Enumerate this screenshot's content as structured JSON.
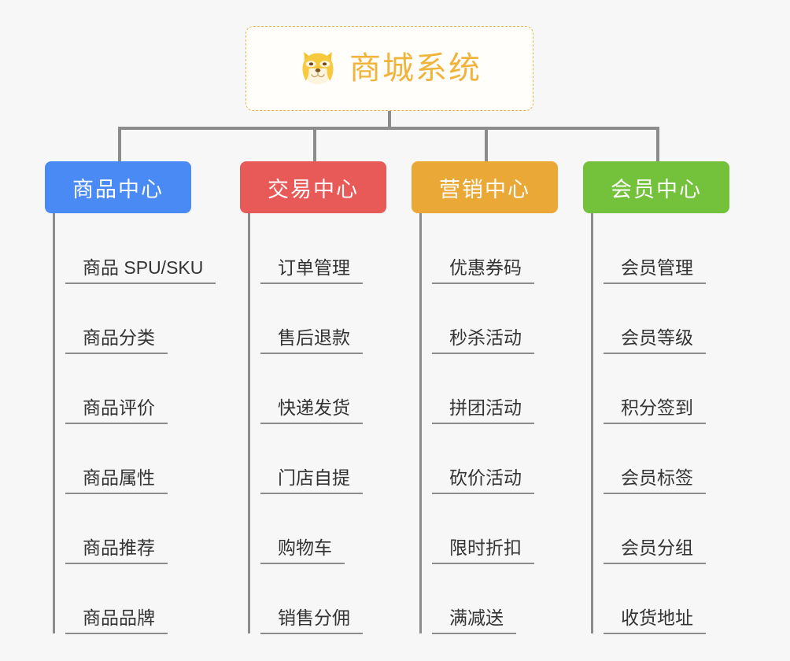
{
  "diagram": {
    "type": "org-chart",
    "background_color": "#f7f7f7",
    "root": {
      "title": "商城系统",
      "icon": "shiba-dog-face-icon",
      "accent_color": "#f0b43c",
      "border_color": "#e8b44a",
      "background_color": "#fffefb"
    },
    "branches": [
      {
        "label": "商品中心",
        "color": "#4a8af4",
        "items": [
          {
            "label": "商品 SPU/SKU"
          },
          {
            "label": "商品分类"
          },
          {
            "label": "商品评价"
          },
          {
            "label": "商品属性"
          },
          {
            "label": "商品推荐"
          },
          {
            "label": "商品品牌"
          }
        ]
      },
      {
        "label": "交易中心",
        "color": "#e75a57",
        "items": [
          {
            "label": "订单管理"
          },
          {
            "label": "售后退款"
          },
          {
            "label": "快递发货"
          },
          {
            "label": "门店自提"
          },
          {
            "label": "购物车"
          },
          {
            "label": "销售分佣"
          }
        ]
      },
      {
        "label": "营销中心",
        "color": "#eaa937",
        "items": [
          {
            "label": "优惠券码"
          },
          {
            "label": "秒杀活动"
          },
          {
            "label": "拼团活动"
          },
          {
            "label": "砍价活动"
          },
          {
            "label": "限时折扣"
          },
          {
            "label": "满减送"
          }
        ]
      },
      {
        "label": "会员中心",
        "color": "#74c13c",
        "items": [
          {
            "label": "会员管理"
          },
          {
            "label": "会员等级"
          },
          {
            "label": "积分签到"
          },
          {
            "label": "会员标签"
          },
          {
            "label": "会员分组"
          },
          {
            "label": "收货地址"
          }
        ]
      }
    ],
    "connector_color": "#8c8c8c"
  }
}
